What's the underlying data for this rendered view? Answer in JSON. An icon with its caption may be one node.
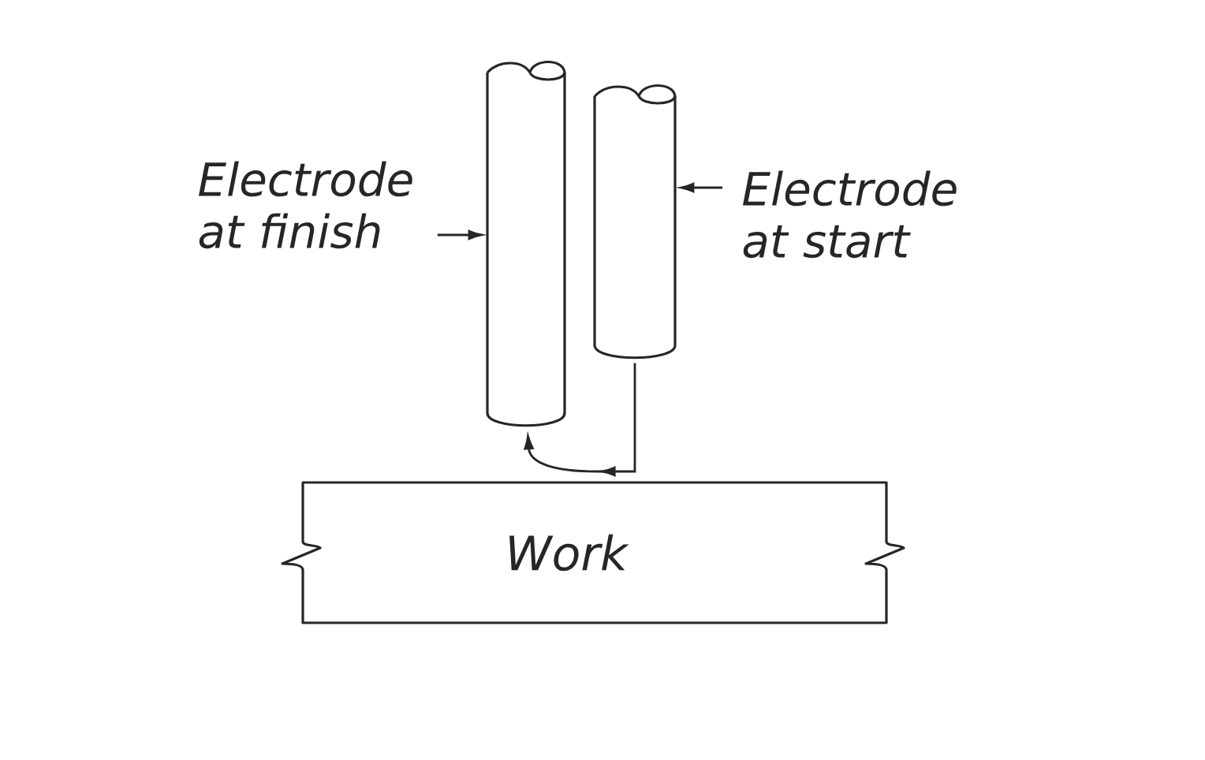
{
  "diagram": {
    "nodes": [
      {
        "text": [
          "Electrode at finish"
        ]
      },
      {
        "text": [],
        "shape": "cylinder"
      },
      {
        "text": [],
        "shape": "cylinder"
      },
      {
        "text": [
          "Electrode at start"
        ]
      },
      {
        "text": [
          "Work"
        ]
      }
    ],
    "edges": [
      {
        "from": 0,
        "to": 1,
        "arrow": "to"
      },
      {
        "from": 3,
        "to": 2,
        "arrow": "to"
      },
      {
        "from": 2,
        "to": 1,
        "arrow": "to"
      }
    ]
  }
}
